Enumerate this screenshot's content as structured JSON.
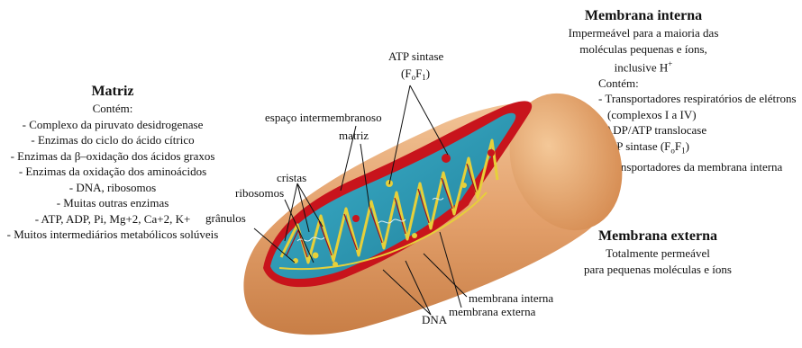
{
  "matriz": {
    "title": "Matriz",
    "subtitle": "Contém:",
    "items": [
      "- Complexo da piruvato desidrogenase",
      "- Enzimas do ciclo do ácido cítrico",
      "- Enzimas da β–oxidação dos ácidos graxos",
      "- Enzimas da oxidação dos aminoácidos",
      "- DNA, ribosomos",
      "- Muitas outras enzimas",
      "- ATP, ADP, Pi, Mg+2, Ca+2, K+",
      "- Muitos intermediários metabólicos solúveis"
    ]
  },
  "membrana_interna": {
    "title": "Membrana interna",
    "desc": [
      "Impermeável para a maioria das",
      "moléculas pequenas e íons,"
    ],
    "desc_last": "inclusive H",
    "desc_sup": "+",
    "subtitle": "Contém:",
    "items": [
      "- Transportadores respiratórios de elétrons",
      "(complexos I a IV)",
      "- ADP/ATP translocase"
    ],
    "atp_item_pre": "-ATP sintase (F",
    "atp_item_o": "o",
    "atp_item_mid": "F",
    "atp_item_1": "1",
    "atp_item_post": ")",
    "last_item": "- Transportadores da membrana interna"
  },
  "membrana_externa": {
    "title": "Membrana externa",
    "desc": [
      "Totalmente permeável",
      "para pequenas moléculas e íons"
    ]
  },
  "labels": {
    "atp_sintase": "ATP sintase",
    "atp_formula_open": "(F",
    "atp_formula_o": "o",
    "atp_formula_f": "F",
    "atp_formula_1": "1",
    "atp_formula_close": ")",
    "espaco": "espaço intermembranoso",
    "matriz": "matriz",
    "cristas": "cristas",
    "ribosomos": "ribosomos",
    "granulos": "grânulos",
    "membrana_interna": "membrana interna",
    "membrana_externa": "membrana externa",
    "dna": "DNA"
  },
  "colors": {
    "outer": "#e3a06b",
    "outer_light": "#f2c497",
    "membrane_red": "#c8141c",
    "matrix": "#2a9ab6",
    "crista_yellow": "#e6d03a"
  }
}
